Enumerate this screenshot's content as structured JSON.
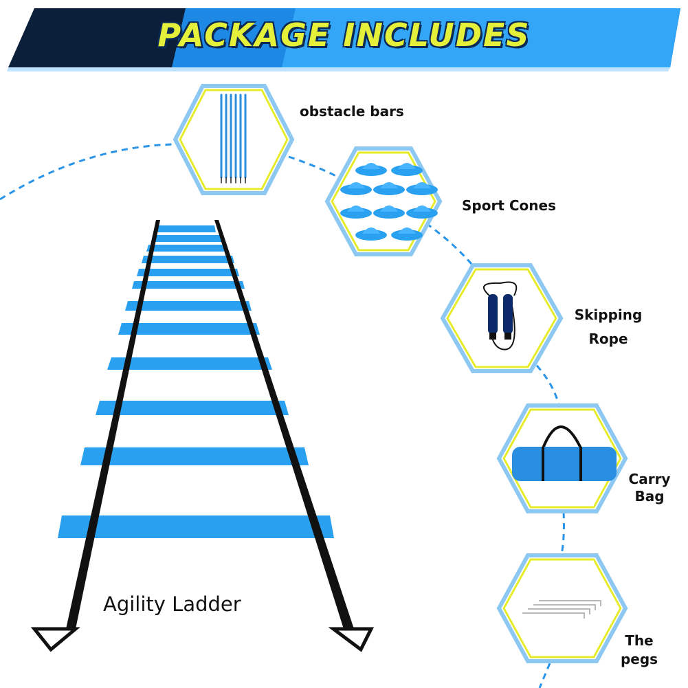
{
  "banner": {
    "title": "PACKAGE INCLUDES",
    "bg_color": "#2a9df4",
    "dark_color": "#0b1f3b",
    "text_color": "#e4f03a"
  },
  "items": [
    {
      "id": "obstacle-bars",
      "label": "obstacle bars",
      "icon": "obstacle-bars-icon"
    },
    {
      "id": "sport-cones",
      "label": "Sport Cones",
      "icon": "sport-cones-icon"
    },
    {
      "id": "skipping-rope",
      "label_lines": [
        "Skipping",
        "Rope"
      ],
      "icon": "skipping-rope-icon"
    },
    {
      "id": "carry-bag",
      "label_lines": [
        "Carry",
        "Bag"
      ],
      "icon": "carry-bag-icon"
    },
    {
      "id": "pegs",
      "label_lines": [
        "The",
        "pegs"
      ],
      "icon": "pegs-icon"
    }
  ],
  "ladder": {
    "label": "Agility Ladder",
    "rung_color": "#2aa0f0",
    "strap_color": "#111111"
  },
  "colors": {
    "hex_outer": "#8cc8f2",
    "hex_inner": "#e6ec2a",
    "dashed_line": "#2a95e8",
    "accent_blue": "#2aa0f0"
  }
}
